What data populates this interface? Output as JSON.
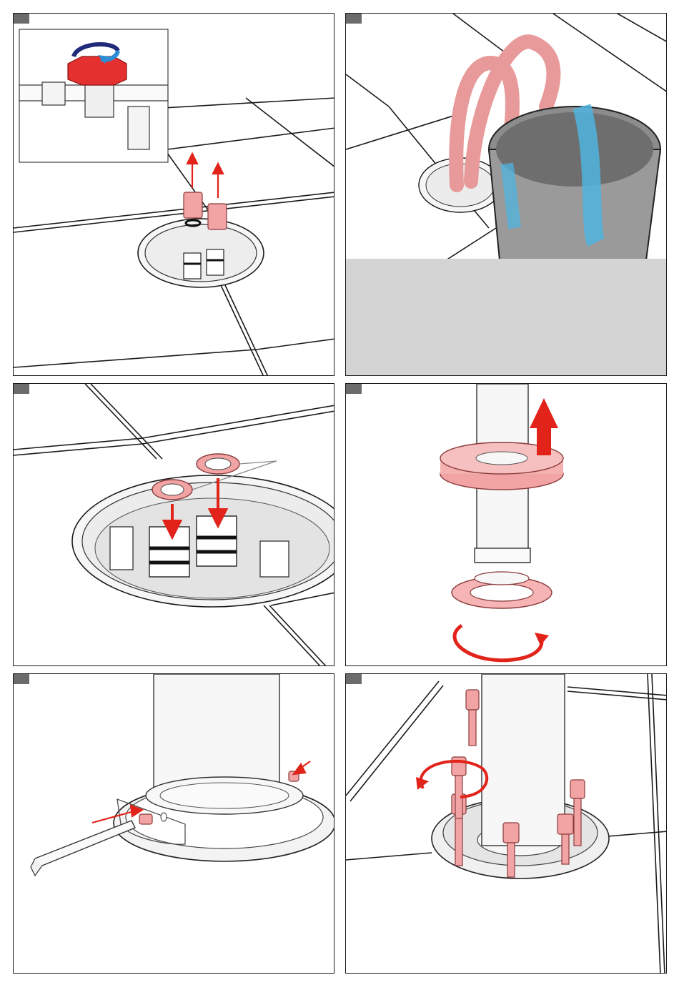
{
  "document": {
    "type": "installation-instructions",
    "panels": [
      {
        "id": "p1",
        "step_tab_color": "#6b6b6b",
        "depicts": "close-valve-remove-plugs"
      },
      {
        "id": "p2",
        "step_tab_color": "#6b6b6b",
        "depicts": "flush-pipes-into-bucket"
      },
      {
        "id": "p3",
        "step_tab_color": "#6b6b6b",
        "depicts": "insert-filter-screens"
      },
      {
        "id": "p4",
        "step_tab_color": "#6b6b6b",
        "depicts": "remove-cover-rotate-base"
      },
      {
        "id": "p5",
        "step_tab_color": "#6b6b6b",
        "depicts": "tighten-set-screws"
      },
      {
        "id": "p6",
        "step_tab_color": "#6b6b6b",
        "depicts": "fasten-mounting-bolts"
      }
    ]
  },
  "colors": {
    "accent_red": "#e2231a",
    "part_pink": "#f2a3a3",
    "part_pink_dark": "#c96b6b",
    "valve_red": "#e53030",
    "rotate_navy": "#1f2a7a",
    "rotate_blue": "#2b8fd6",
    "water_blue": "#4fb4df",
    "tile_line": "#1a1a1a",
    "placeholder_gray": "#d4d4d4"
  },
  "icons": [
    "up-arrow-icon",
    "down-arrow-icon",
    "rotate-arrow-icon",
    "pointer-arrow-icon",
    "hex-key-icon"
  ]
}
